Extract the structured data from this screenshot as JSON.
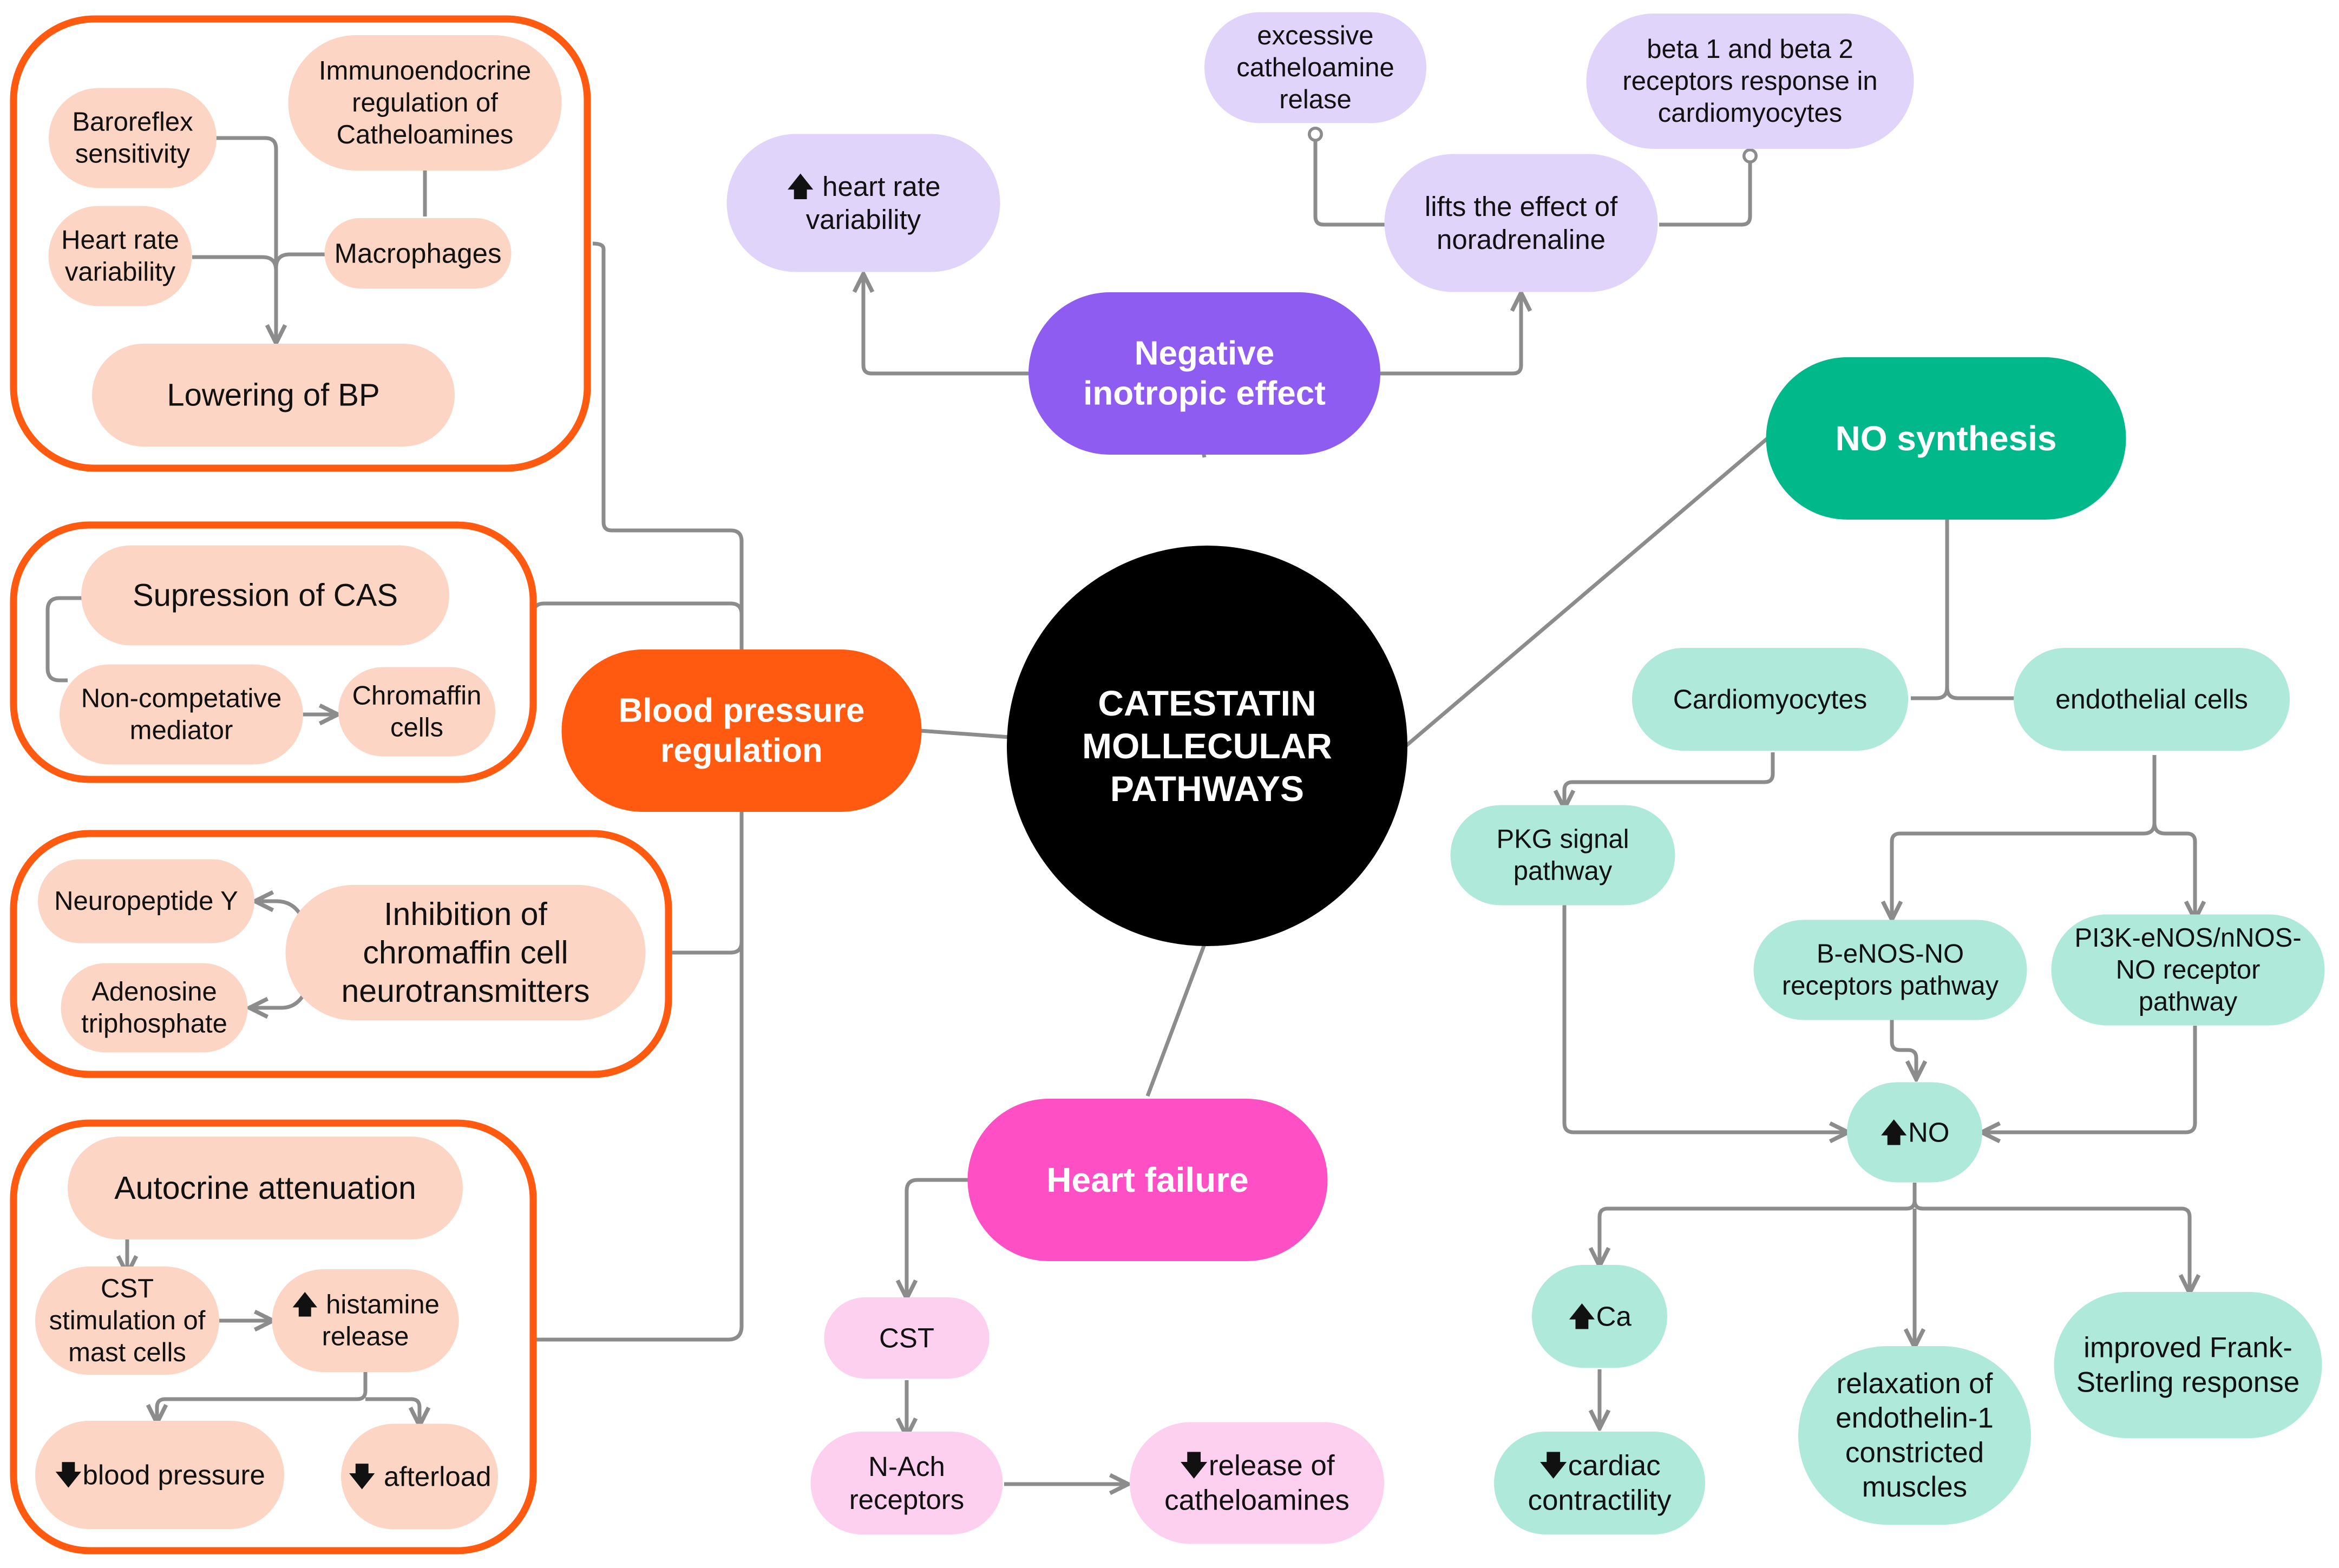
{
  "colors": {
    "line": "#8c8c8c",
    "center": "#000000",
    "bp_hub": "#ff5a0f",
    "bp_frame": "#ff5a0f",
    "bp_node": "#fdd5c4",
    "ino_hub": "#8f5cf2",
    "ino_node": "#e0d4fb",
    "no_hub": "#00b88a",
    "no_node": "#aee9d9",
    "hf_hub": "#ff4fc4",
    "hf_node": "#fcd0ee",
    "hub_text": "#ffffff",
    "node_text": "#111111"
  },
  "center": {
    "lines": [
      "CATESTATIN",
      "MOLLECULAR",
      "PATHWAYS"
    ]
  },
  "hubs": {
    "negative_inotropic": [
      "Negative",
      "inotropic effect"
    ],
    "blood_pressure": [
      "Blood pressure",
      "regulation"
    ],
    "no_synthesis": [
      "NO synthesis"
    ],
    "heart_failure": [
      "Heart failure"
    ]
  },
  "nodes": {
    "baroreflex": [
      "Baroreflex",
      "sensitivity"
    ],
    "immunoendocrine": [
      "Immunoendocrine",
      "regulation of",
      "Catheloamines"
    ],
    "heart_rate_var_bp": [
      "Heart rate",
      "variability"
    ],
    "macrophages": [
      "Macrophages"
    ],
    "lowering_bp": [
      "Lowering of BP"
    ],
    "supression_cas": [
      "Supression of CAS"
    ],
    "non_competative": [
      "Non-competative",
      "mediator"
    ],
    "chromaffin_cells": [
      "Chromaffin",
      "cells"
    ],
    "neuropeptide_y": [
      "Neuropeptide Y"
    ],
    "inhibition_chromaffin": [
      "Inhibition of",
      "chromaffin  cell",
      "neurotransmitters"
    ],
    "adenosine": [
      "Adenosine",
      "triphosphate"
    ],
    "autocrine": [
      "Autocrine attenuation"
    ],
    "cst_stimulation": [
      "CST",
      "stimulation of",
      "mast cells"
    ],
    "histamine": [
      "🡅 histamine",
      "release"
    ],
    "blood_pressure_down": [
      "🡇blood pressure"
    ],
    "afterload": [
      "🡇 afterload"
    ],
    "heart_rate_up": [
      "🡅 heart rate",
      "variability"
    ],
    "excessive_cathe": [
      "excessive",
      "catheloamine",
      "relase"
    ],
    "beta_receptors": [
      "beta 1 and beta 2",
      "receptors response in",
      "cardiomyocytes"
    ],
    "lifts_effect": [
      "lifts the effect of",
      "noradrenaline"
    ],
    "cardiomyocytes": [
      "Cardiomyocytes"
    ],
    "endothelial": [
      "endothelial cells"
    ],
    "pkg": [
      "PKG signal",
      "pathway"
    ],
    "b_enos": [
      "B-eNOS-NO",
      "receptors pathway"
    ],
    "pi3k": [
      "PI3K-eNOS/nNOS-",
      "NO receptor",
      "pathway"
    ],
    "no_up": [
      "🡅NO"
    ],
    "ca_up": [
      "🡅Ca"
    ],
    "cardiac_contractility": [
      "🡇cardiac",
      "contractility"
    ],
    "relaxation": [
      "relaxation of",
      "endothelin-1",
      "constricted",
      "muscles"
    ],
    "frank_sterling": [
      "improved Frank-",
      "Sterling response"
    ],
    "cst": [
      "CST"
    ],
    "n_ach": [
      "N-Ach",
      "receptors"
    ],
    "release_cathe": [
      "🡇release of",
      "catheloamines"
    ]
  }
}
